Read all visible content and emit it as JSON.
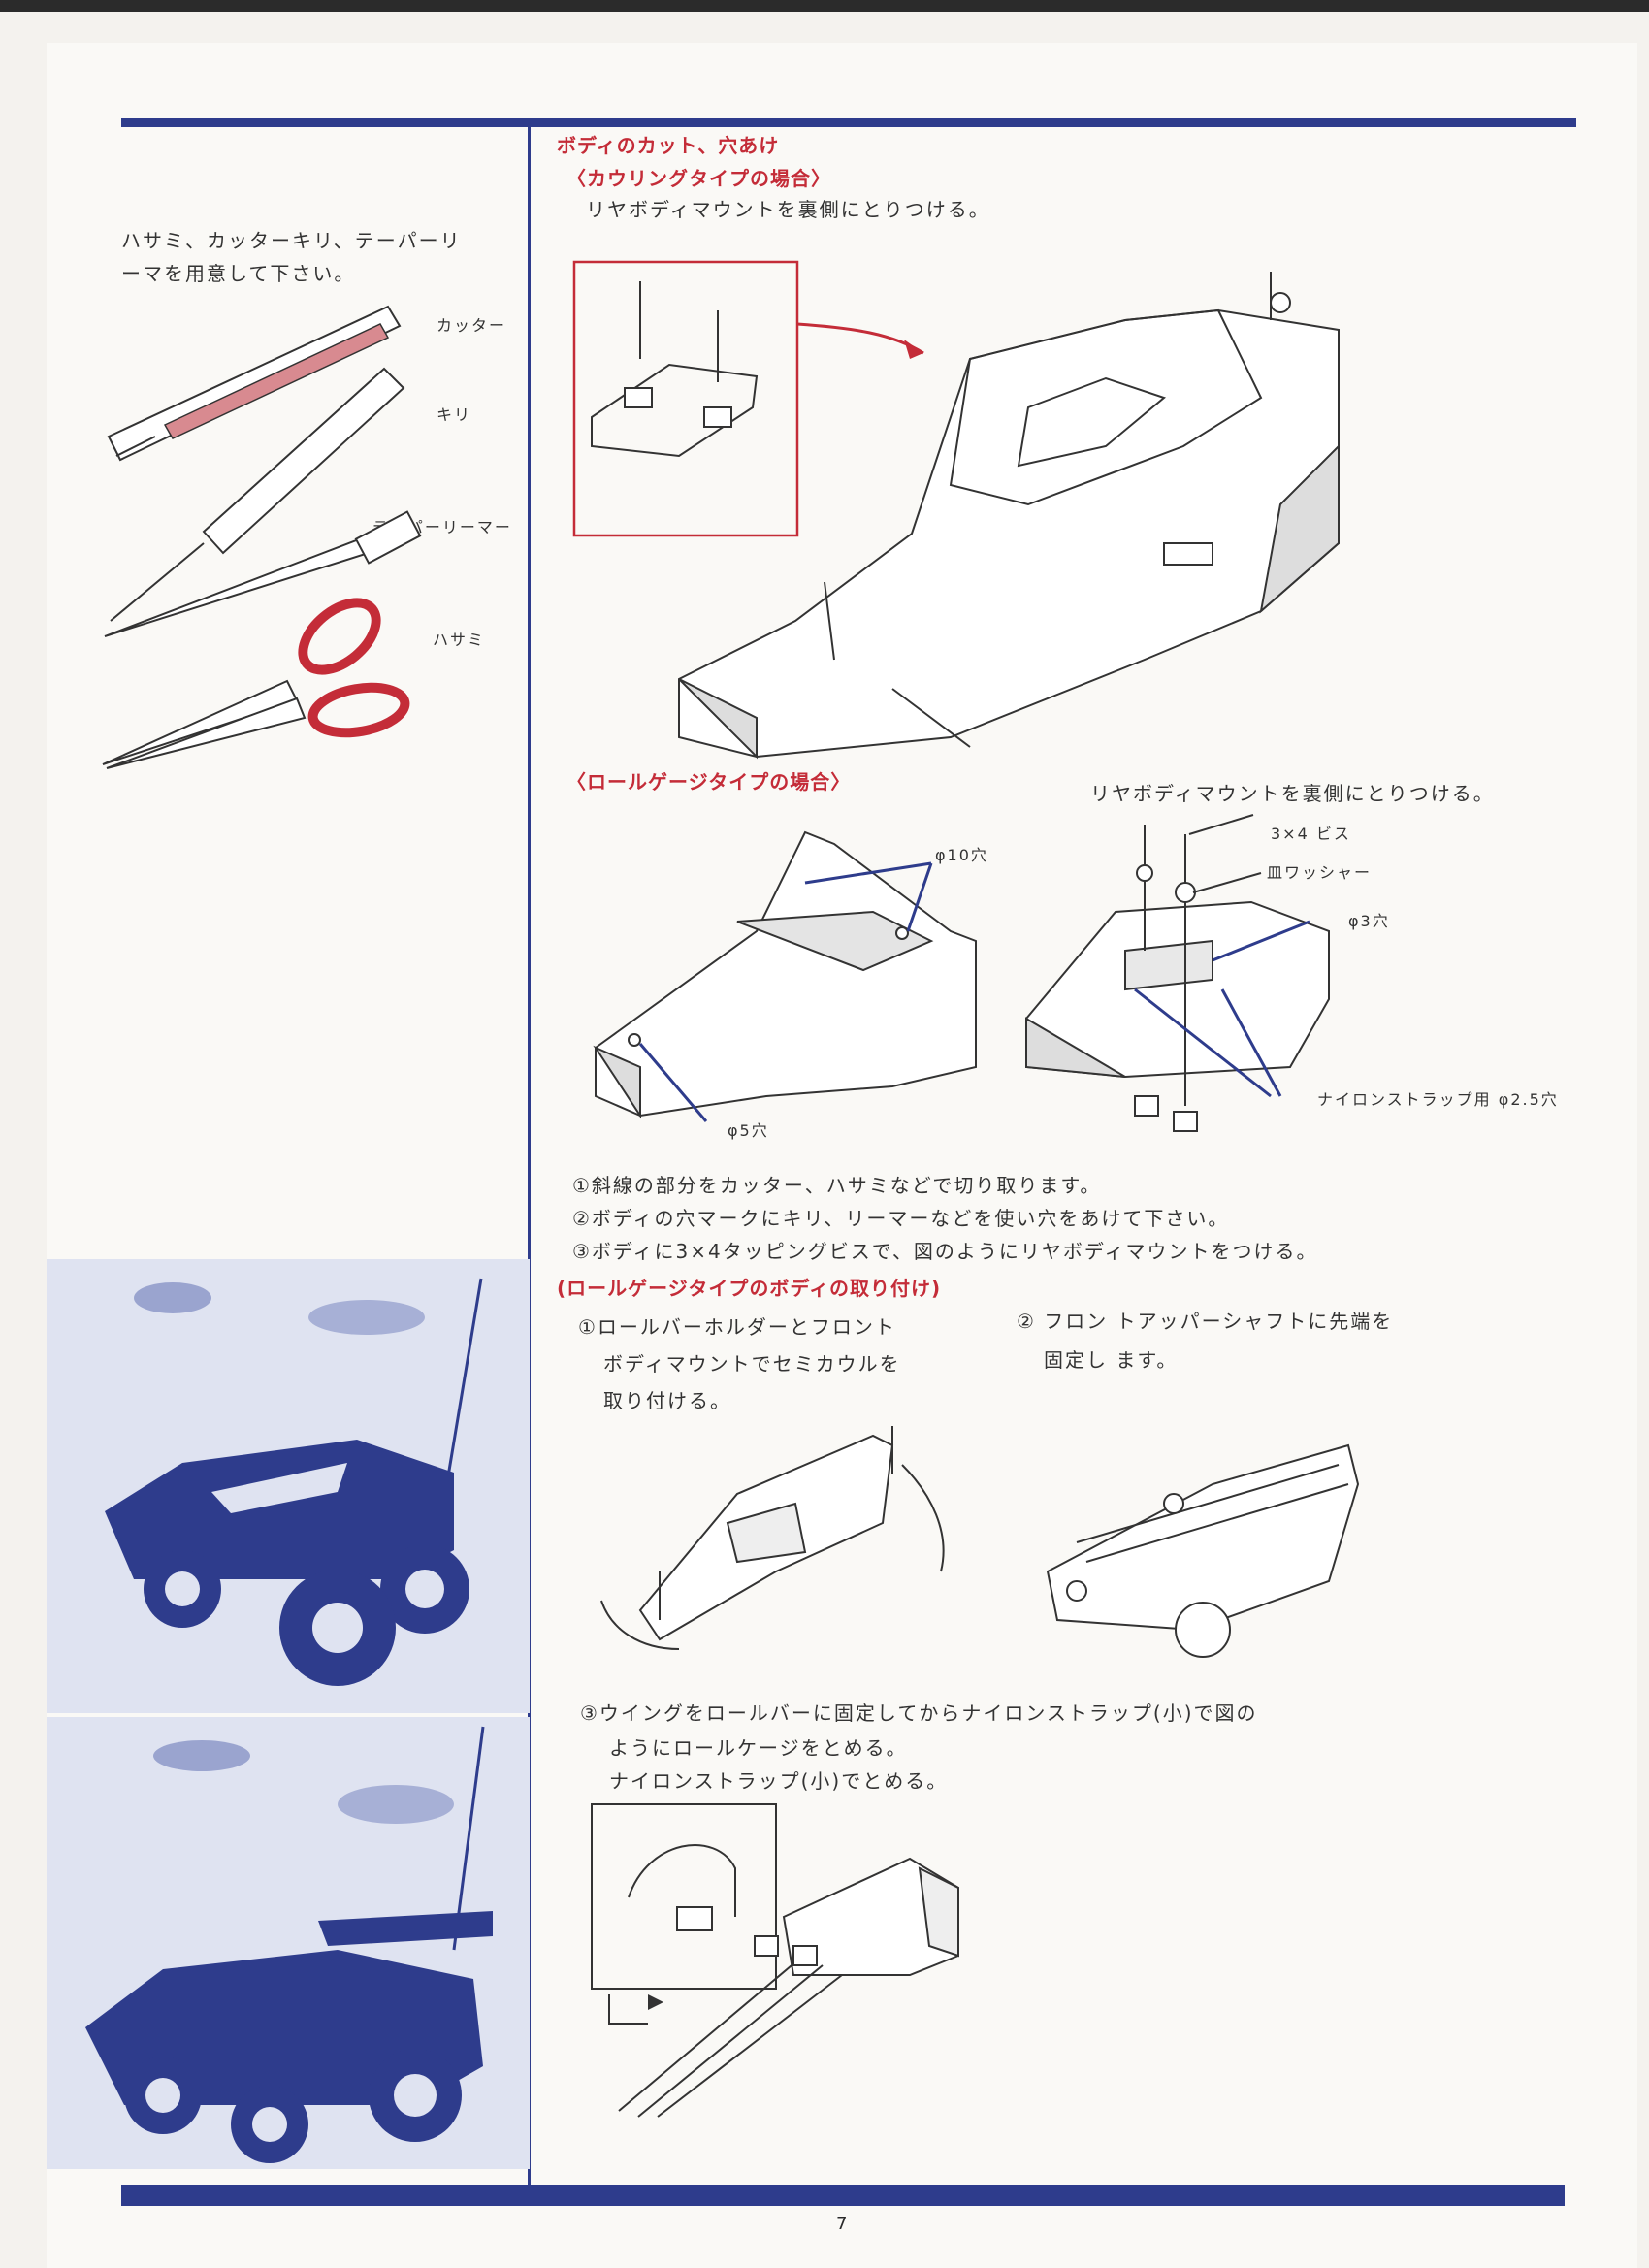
{
  "page_number": "7",
  "left": {
    "intro_line1": "ハサミ、カッターキリ、テーパーリ",
    "intro_line2": "ーマを用意して下さい。",
    "tools": {
      "cutter": "カッター",
      "awl": "キリ",
      "reamer": "テーパーリーマー",
      "scissors": "ハサミ"
    }
  },
  "right": {
    "section_title": "ボディのカット、穴あけ",
    "cowling_heading": "〈カウリングタイプの場合〉",
    "cowling_text": "リヤボディマウントを裏側にとりつける。",
    "rollcage_heading": "〈ロールゲージタイプの場合〉",
    "rollcage_text": "リヤボディマウントを裏側にとりつける。",
    "labels": {
      "hole10": "φ10穴",
      "hole5": "φ5穴",
      "screw": "3×4 ビス",
      "washer": "皿ワッシャー",
      "hole3": "φ3穴",
      "strap_hole": "ナイロンストラップ用 φ2.5穴"
    },
    "steps": [
      "①斜線の部分をカッター、ハサミなどで切り取ります。",
      "②ボディの穴マークにキリ、リーマーなどを使い穴をあけて下さい。",
      "③ボディに3×4タッピングビスで、図のようにリヤボディマウントをつける。"
    ],
    "attach_heading": "(ロールゲージタイプのボディの取り付け)",
    "attach_step1": [
      "①ロールバーホルダーとフロント",
      "ボディマウントでセミカウルを",
      "取り付ける。"
    ],
    "attach_step2": [
      "② フロン トアッパーシャフトに先端を",
      "固定し ます。"
    ],
    "attach_step3": [
      "③ウイングをロールバーに固定してからナイロンストラップ(小)で図の",
      "ようにロールケージをとめる。",
      "ナイロンストラップ(小)でとめる。"
    ]
  },
  "colors": {
    "accent_blue": "#2e3c8c",
    "heading_red": "#c42c38"
  }
}
